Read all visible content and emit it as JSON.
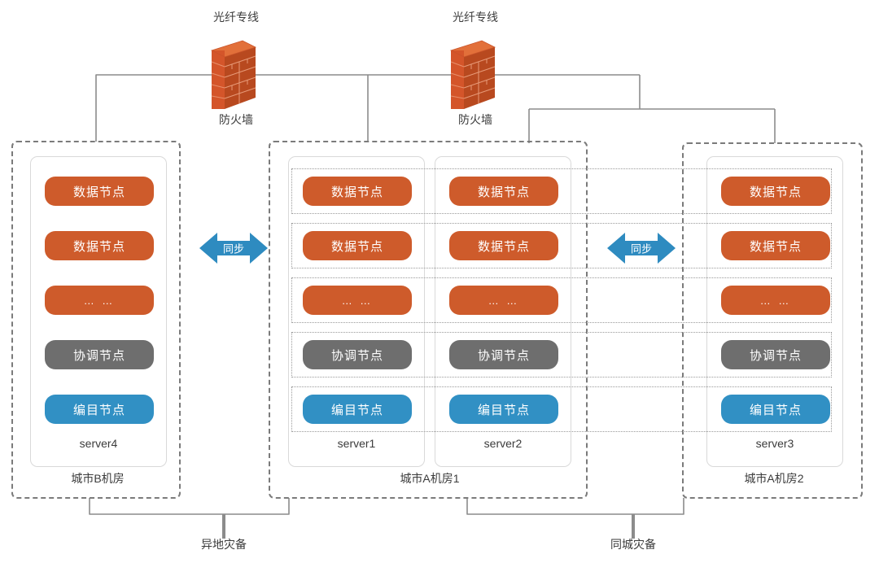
{
  "diagram": {
    "title": "",
    "colors": {
      "data_node": "#CE5B2B",
      "coordinator_node": "#6E6E6E",
      "catalog_node": "#3190C4",
      "sync_arrow": "#2E8BC0",
      "dashed_border": "#7b7b7b",
      "dotted_band": "#9a9a9a",
      "wire": "#8c8c8c"
    }
  },
  "links": {
    "fiber_label_left": "光纤专线",
    "fiber_label_right": "光纤专线",
    "firewall_label_left": "防火墙",
    "firewall_label_right": "防火墙"
  },
  "sync": {
    "left_label": "同步",
    "right_label": "同步"
  },
  "sites": [
    {
      "id": "city-b",
      "label": "城市B机房",
      "servers": [
        {
          "name": "server4",
          "nodes": [
            {
              "type": "data",
              "label": "数据节点"
            },
            {
              "type": "data",
              "label": "数据节点"
            },
            {
              "type": "dots",
              "label": "… …"
            },
            {
              "type": "coord",
              "label": "协调节点"
            },
            {
              "type": "cat",
              "label": "编目节点"
            }
          ]
        }
      ]
    },
    {
      "id": "city-a-1",
      "label": "城市A机房1",
      "servers": [
        {
          "name": "server1",
          "nodes": [
            {
              "type": "data",
              "label": "数据节点"
            },
            {
              "type": "data",
              "label": "数据节点"
            },
            {
              "type": "dots",
              "label": "… …"
            },
            {
              "type": "coord",
              "label": "协调节点"
            },
            {
              "type": "cat",
              "label": "编目节点"
            }
          ]
        },
        {
          "name": "server2",
          "nodes": [
            {
              "type": "data",
              "label": "数据节点"
            },
            {
              "type": "data",
              "label": "数据节点"
            },
            {
              "type": "dots",
              "label": "… …"
            },
            {
              "type": "coord",
              "label": "协调节点"
            },
            {
              "type": "cat",
              "label": "编目节点"
            }
          ]
        }
      ]
    },
    {
      "id": "city-a-2",
      "label": "城市A机房2",
      "servers": [
        {
          "name": "server3",
          "nodes": [
            {
              "type": "data",
              "label": "数据节点"
            },
            {
              "type": "data",
              "label": "数据节点"
            },
            {
              "type": "dots",
              "label": "… …"
            },
            {
              "type": "coord",
              "label": "协调节点"
            },
            {
              "type": "cat",
              "label": "编目节点"
            }
          ]
        }
      ]
    }
  ],
  "footer": {
    "remote_dr": "异地灾备",
    "local_dr": "同城灾备"
  }
}
